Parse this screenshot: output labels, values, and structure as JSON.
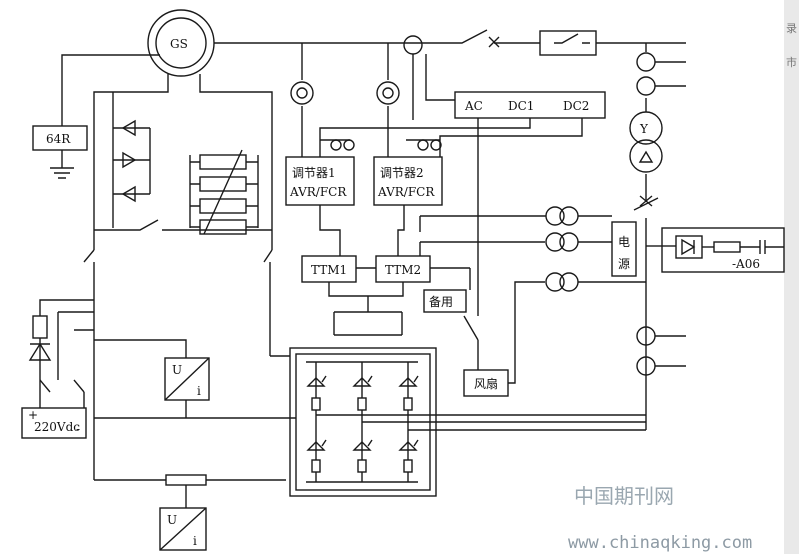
{
  "labels": {
    "generator": "GS",
    "ground_fault_relay": "64R",
    "regulator1_line1": "调节器1",
    "regulator1_line2": "AVR/FCR",
    "regulator2_line1": "调节器2",
    "regulator2_line2": "AVR/FCR",
    "ttm1": "TTM1",
    "ttm2": "TTM2",
    "supply_ac": "AC",
    "supply_dc1": "DC1",
    "supply_dc2": "DC2",
    "power_supply_line1": "电",
    "power_supply_line2": "源",
    "standby": "备用",
    "fan": "风扇",
    "dc_supply": "220Vdc",
    "transducer_u": "U",
    "transducer_i": "i",
    "transducer2_u": "U",
    "transducer2_i": "i",
    "transformer_y": "Y",
    "a06": "-A06"
  },
  "watermark": {
    "cn": "中国期刊网",
    "url": "www.chinaqking.com"
  },
  "edge_marks": {
    "top": "录",
    "mid": "市"
  }
}
